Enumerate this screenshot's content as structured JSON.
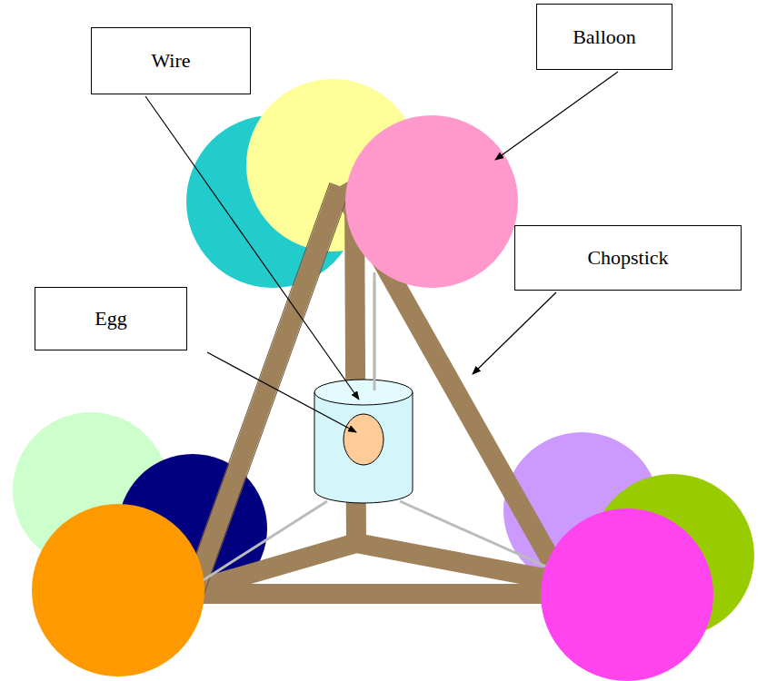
{
  "diagram": {
    "nodes": [
      {
        "text": [
          "Wire"
        ]
      },
      {
        "text": [
          "Balloon"
        ]
      },
      {
        "text": [
          "Chopstick"
        ]
      },
      {
        "text": [
          "Egg"
        ]
      }
    ]
  }
}
